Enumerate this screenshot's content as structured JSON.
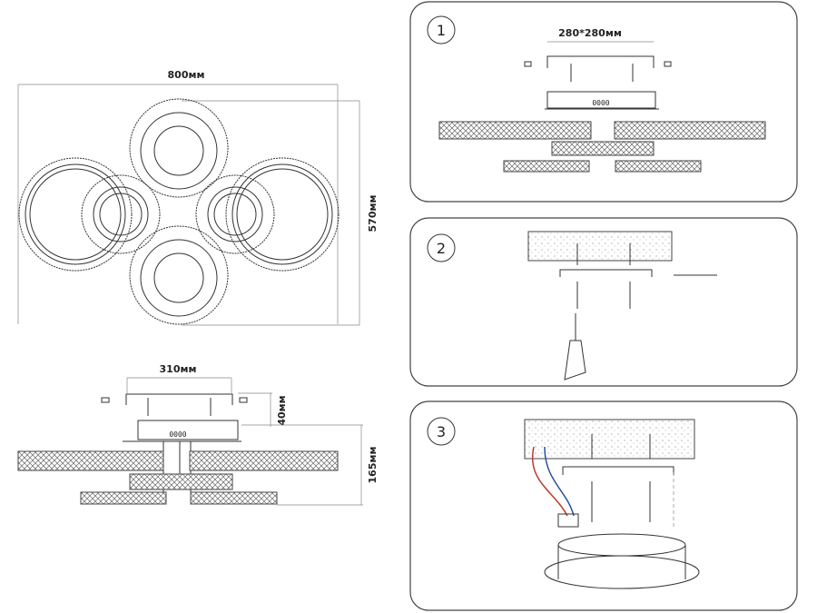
{
  "top_view": {
    "width_label": "800мм",
    "height_label": "570мм"
  },
  "side_view": {
    "canopy_label": "310мм",
    "canopy_height_label": "40мм",
    "total_height_label": "165мм",
    "canopy_code": "0000"
  },
  "steps": [
    {
      "number": "1",
      "plate_label": "280*280мм",
      "canopy_code": "0000"
    },
    {
      "number": "2"
    },
    {
      "number": "3"
    }
  ],
  "colors": {
    "line": "#333333",
    "wire_red": "#c0392b",
    "wire_blue": "#2c4fa3"
  }
}
